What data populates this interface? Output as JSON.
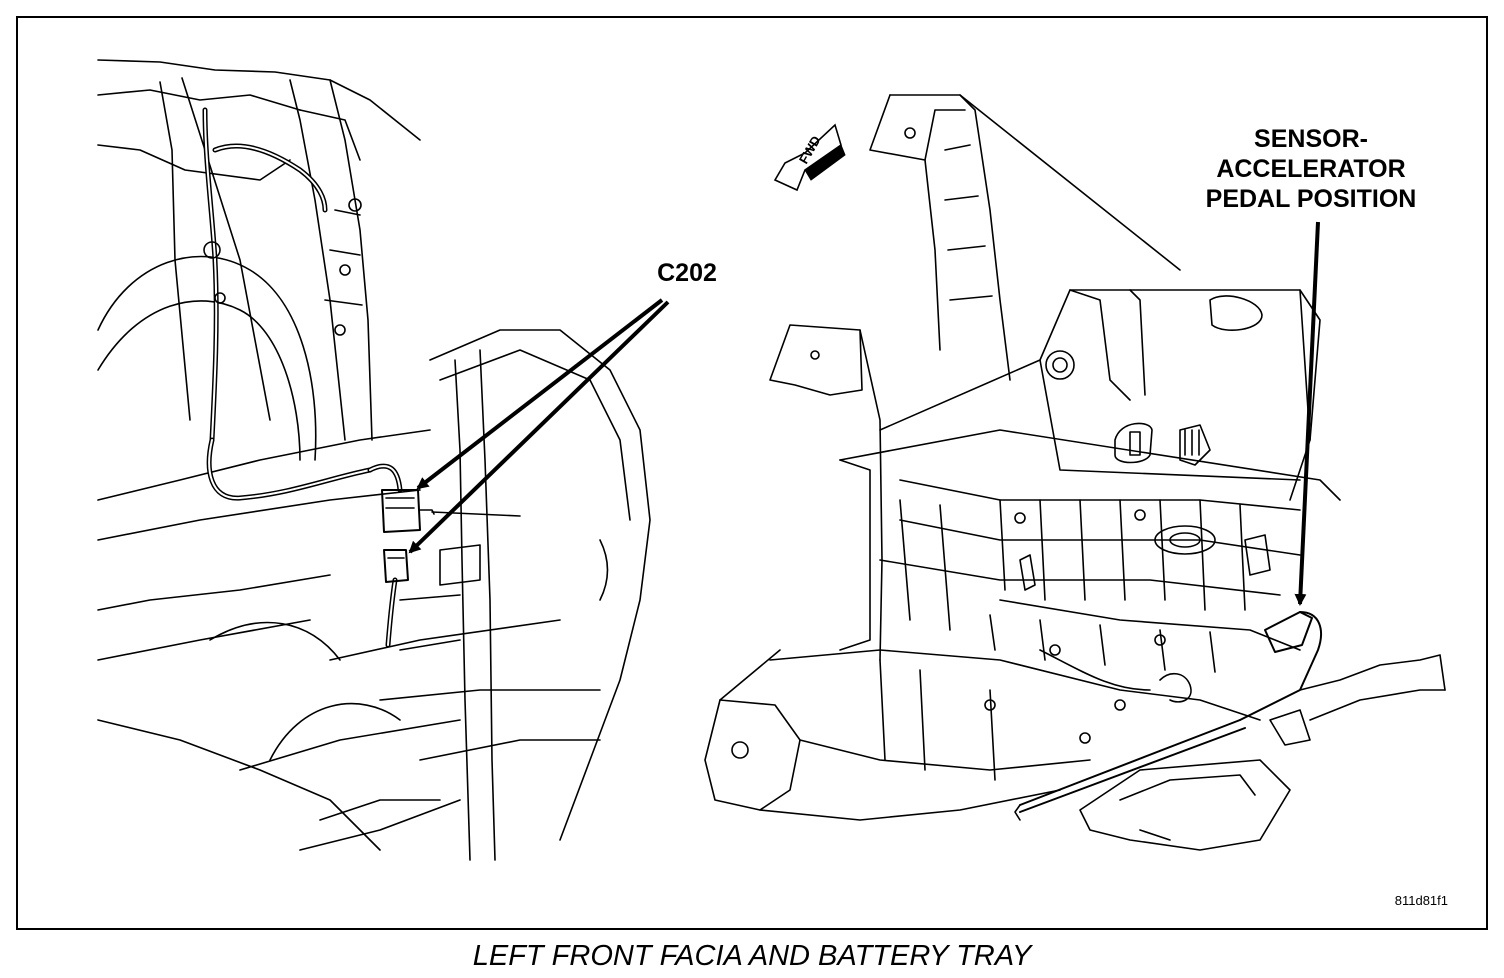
{
  "callouts": {
    "connector": "C202",
    "sensor_line1": "SENSOR-",
    "sensor_line2": "ACCELERATOR",
    "sensor_line3": "PEDAL POSITION"
  },
  "direction_indicator": {
    "label": "FWD",
    "icon": "forward-arrow-icon"
  },
  "reference_code": "811d81f1",
  "caption": "LEFT FRONT FACIA AND BATTERY TRAY",
  "colors": {
    "line": "#000000",
    "background": "#ffffff"
  }
}
